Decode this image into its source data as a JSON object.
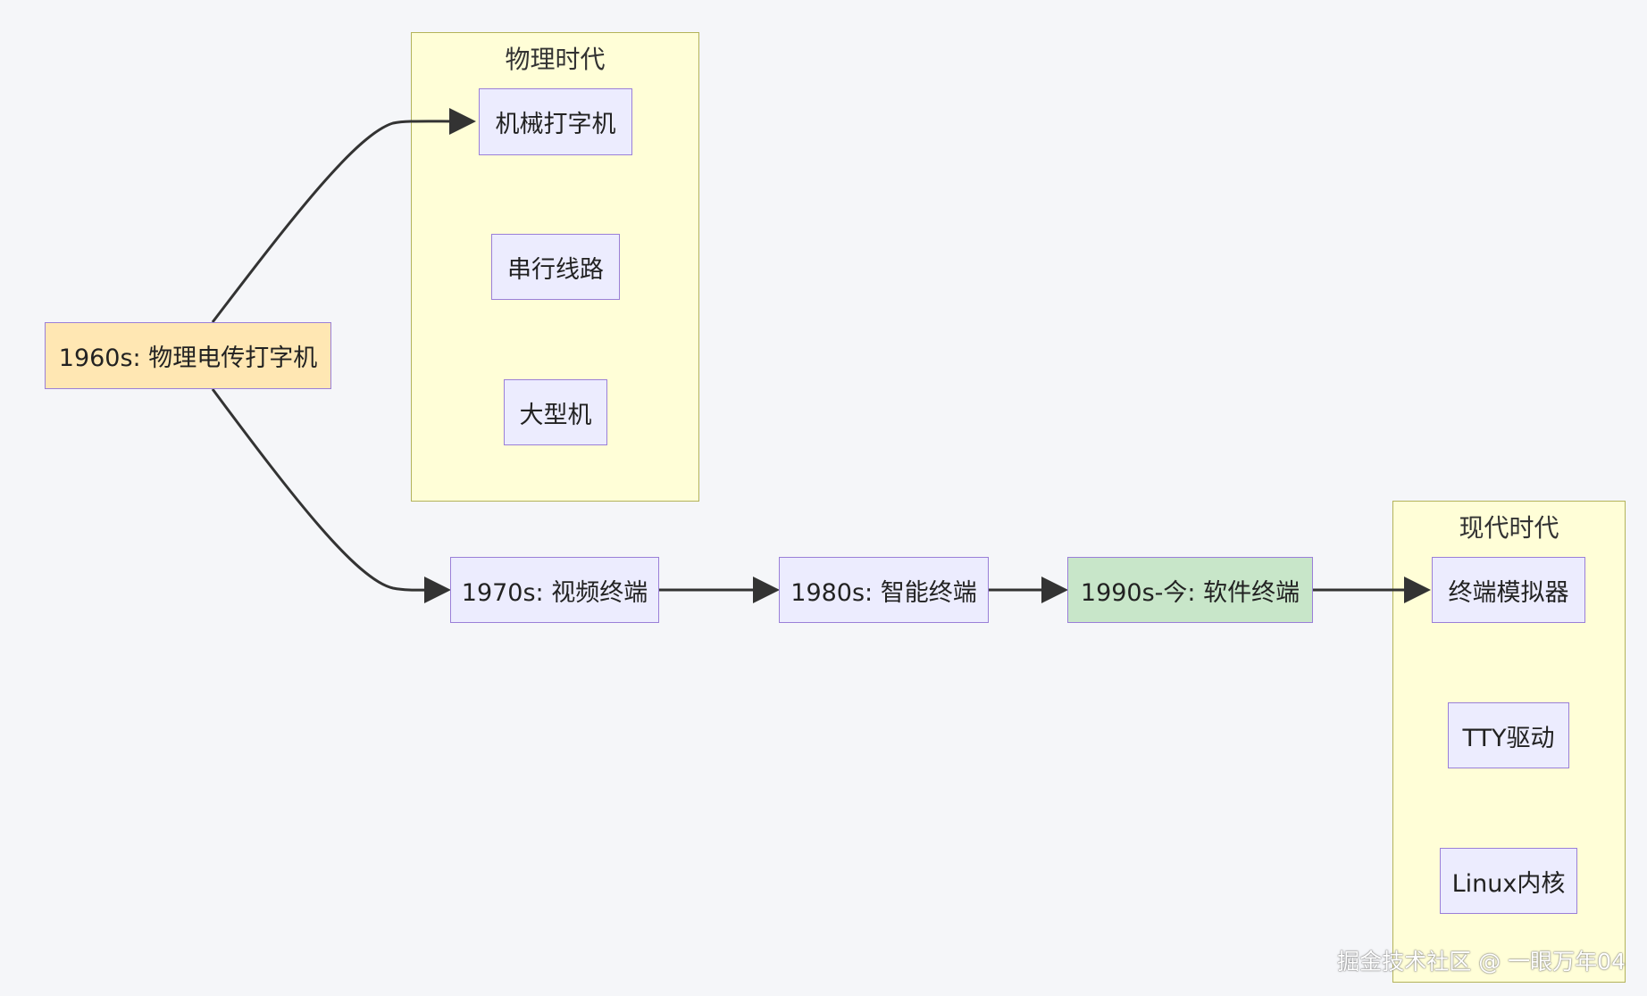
{
  "clusters": {
    "physical": {
      "title": "物理时代"
    },
    "modern": {
      "title": "现代时代"
    }
  },
  "nodes": {
    "n1960": "1960s: 物理电传打字机",
    "typewriter": "机械打字机",
    "serial": "串行线路",
    "mainframe": "大型机",
    "n1970": "1970s: 视频终端",
    "n1980": "1980s: 智能终端",
    "n1990": "1990s-今: 软件终端",
    "emulator": "终端模拟器",
    "tty": "TTY驱动",
    "kernel": "Linux内核"
  },
  "colors": {
    "background": "#f5f6f9",
    "cluster_fill": "#fffed7",
    "node_fill": "#ececfe",
    "start_fill": "#ffe7b3",
    "current_fill": "#c8e6c9",
    "edge": "#333333"
  },
  "watermark": "掘金技术社区 @ 一眼万年04"
}
